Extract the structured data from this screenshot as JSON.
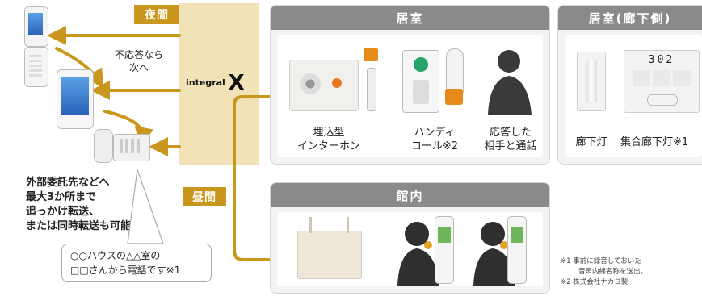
{
  "tags": {
    "night": "夜間",
    "day": "昼間"
  },
  "no_answer_note": [
    "不応答なら",
    "次へ"
  ],
  "brand": {
    "prefix": "integral",
    "mark": "X"
  },
  "transfer_note": [
    "外部委託先などへ",
    "最大3か所まで",
    "追っかけ転送、",
    "または同時転送も可能"
  ],
  "voice_bubble": [
    "○○ハウスの△△室の",
    "□□さんから電話です※1"
  ],
  "room_panel": {
    "title": "居室",
    "items": [
      {
        "lines": [
          "埋込型",
          "インターホン"
        ]
      },
      {
        "lines": [
          "ハンディ",
          "コール※2"
        ]
      },
      {
        "lines": [
          "応答した",
          "相手と通話"
        ]
      }
    ]
  },
  "corridor_panel": {
    "title": "居室(廊下側)",
    "room_number": "302",
    "items": [
      {
        "lines": [
          "廊下灯"
        ]
      },
      {
        "lines": [
          "集合廊下灯※1"
        ]
      }
    ]
  },
  "building_panel": {
    "title": "館内"
  },
  "footnotes": [
    "※1 事前に録音しておいた",
    "音声内線名称を送出。",
    "※2 株式会社ナカヨ製"
  ],
  "colors": {
    "gold": "#c9971e",
    "band": "#f1e2b8",
    "panel_header": "#8a8a8a",
    "arrow": "#c9971e"
  }
}
